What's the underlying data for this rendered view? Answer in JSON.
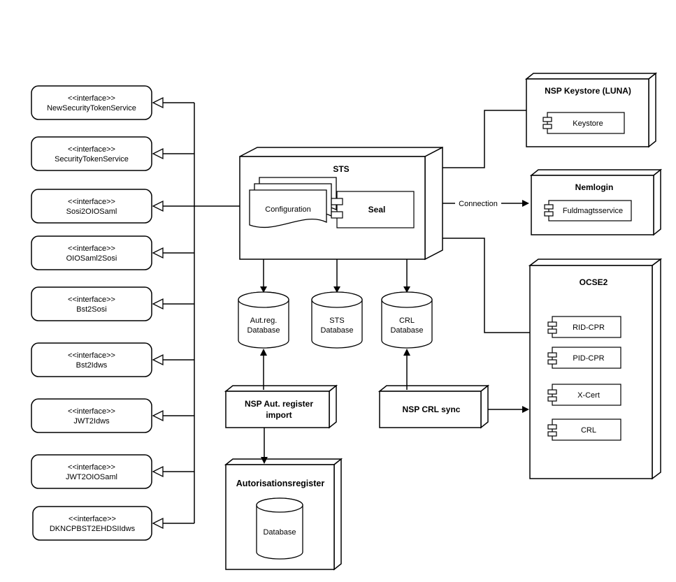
{
  "diagram": {
    "interfaces": [
      {
        "stereotype": "<<interface>>",
        "name": "NewSecurityTokenService"
      },
      {
        "stereotype": "<<interface>>",
        "name": "SecurityTokenService"
      },
      {
        "stereotype": "<<interface>>",
        "name": "Sosi2OIOSaml"
      },
      {
        "stereotype": "<<interface>>",
        "name": "OIOSaml2Sosi"
      },
      {
        "stereotype": "<<interface>>",
        "name": "Bst2Sosi"
      },
      {
        "stereotype": "<<interface>>",
        "name": "Bst2Idws"
      },
      {
        "stereotype": "<<interface>>",
        "name": "JWT2Idws"
      },
      {
        "stereotype": "<<interface>>",
        "name": "JWT2OIOSaml"
      },
      {
        "stereotype": "<<interface>>",
        "name": "DKNCPBST2EHDSIIdws"
      }
    ],
    "sts": {
      "title": "STS",
      "configuration": "Configuration",
      "seal": "Seal"
    },
    "nsp_keystore": {
      "title": "NSP Keystore (LUNA)",
      "component": "Keystore"
    },
    "nemlogin": {
      "title": "Nemlogin",
      "component": "Fuldmagtsservice"
    },
    "connection_label": "Connection",
    "ocse2": {
      "title": "OCSE2",
      "components": [
        "RID-CPR",
        "PID-CPR",
        "X-Cert",
        "CRL"
      ]
    },
    "databases": [
      {
        "line1": "Aut.reg.",
        "line2": "Database"
      },
      {
        "line1": "STS",
        "line2": "Database"
      },
      {
        "line1": "CRL",
        "line2": "Database"
      }
    ],
    "nsp_aut_register_import": {
      "line1": "NSP Aut. register",
      "line2": "import"
    },
    "nsp_crl_sync": {
      "title": "NSP CRL sync"
    },
    "autorisationsregister": {
      "title": "Autorisationsregister",
      "database": "Database"
    }
  }
}
